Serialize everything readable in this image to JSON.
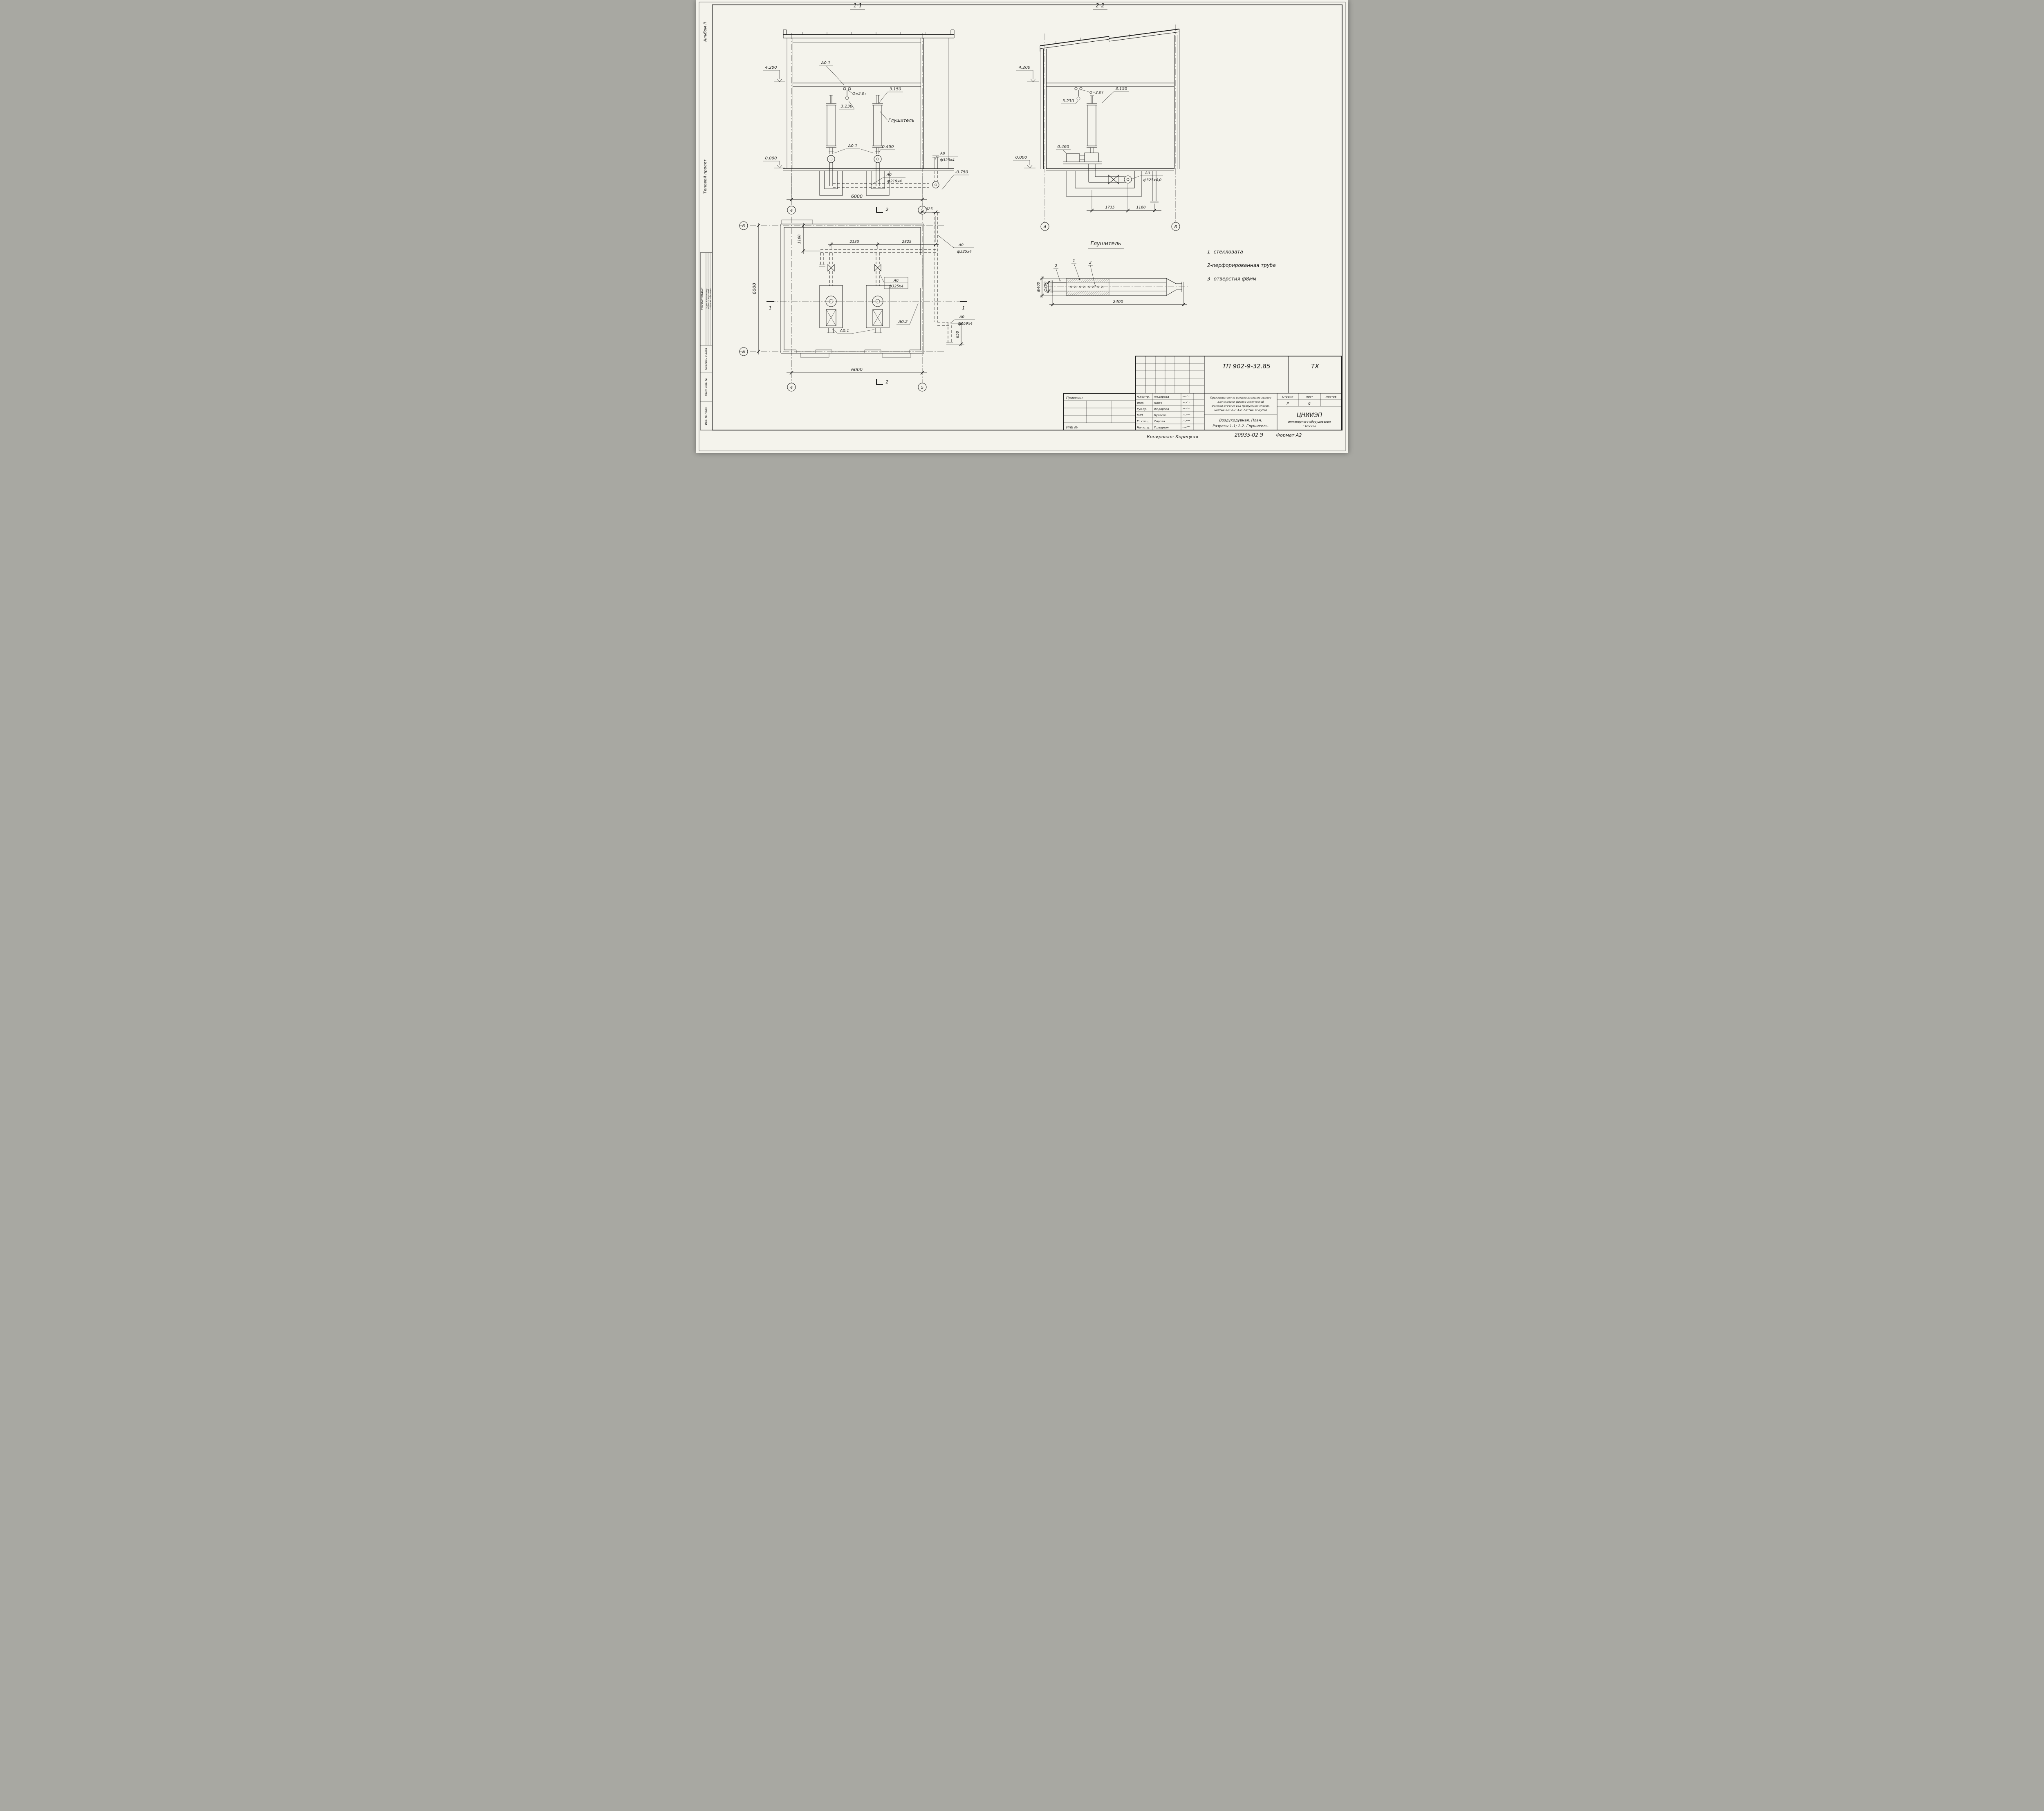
{
  "margin": {
    "album": "Альбом II",
    "project": "Типовой проект",
    "approved": "СОГЛАСОВАНО",
    "approval_rows": [
      "Отдел АСП  Лавочкер",
      "Отдел СТ  Нарышева",
      "Отдел ЭЛ  Шерстнева"
    ],
    "strip_sign": "Подпись и дата",
    "strip_vzam": "Взам. инв. №",
    "strip_inv": "Инв. № подл."
  },
  "s11": {
    "title": "1-1",
    "elev_crane": "4.200",
    "elev_hook": "3.230",
    "elev_top": "3.150",
    "mark_hoist": "А0.1",
    "hoist_cap": "Q=2,0т",
    "muffler": "Глушитель",
    "mark_pipes": "А0.1",
    "elev_flange": "0.450",
    "elev_zero": "0.000",
    "elev_pit": "-0.750",
    "pipe_right_1": "А0",
    "pipe_right_2": "ф325х4",
    "pipe_chan_1": "А0",
    "pipe_chan_2": "ф219х4",
    "dim_span": "6000",
    "dim_offset": "625",
    "axis_l": "4",
    "axis_r": "5",
    "cut": "2"
  },
  "s22": {
    "title": "2-2",
    "elev_crane": "4.200",
    "elev_hook": "3.230",
    "elev_top": "3.150",
    "hoist_cap": "Q=2,0т",
    "elev_pump": "0.460",
    "elev_zero": "0.000",
    "pipe_1": "А0",
    "pipe_2": "ф325х4,0",
    "dim_1": "1735",
    "dim_2": "1160",
    "axis_l": "А",
    "axis_r": "Б"
  },
  "plan": {
    "dim_units": "2130",
    "dim_to_wall": "2825",
    "dim_header": "1160",
    "dim_width": "6000",
    "dim_bottom": "6000",
    "dim_drop": "850",
    "pipe_right_1": "А0",
    "pipe_right_2": "ф325х4",
    "pipe_box_1": "А0",
    "pipe_box_2": "ф325х4",
    "pipe_out_1": "А0",
    "pipe_out_2": "ф159х4",
    "mark_units": "А0.1",
    "mark_duct": "А0.2",
    "axis_a": "А",
    "axis_b": "Б",
    "axis_4": "4",
    "axis_5": "5",
    "cut1": "1",
    "cut2": "2"
  },
  "detail": {
    "title": "Глушитель",
    "c1": "1",
    "c2": "2",
    "c3": "3",
    "dia_shell": "ф400",
    "dia_pipe": "ф200",
    "length": "2400"
  },
  "legend": {
    "item1": "1- стекловата",
    "item2": "2-перфорированная труба",
    "item3": "3- отверстия ф8мм"
  },
  "tb": {
    "doc": "ТП 902-9-32.85",
    "mark": "ТХ",
    "binding": "Привязан",
    "inv": "ИНВ №",
    "rows": [
      {
        "role": "Н.контр.",
        "name": "Федорова"
      },
      {
        "role": "Инж.",
        "name": "Каюч"
      },
      {
        "role": "Рук.гр.",
        "name": "Федорова"
      },
      {
        "role": "ГИП",
        "name": "Булаева"
      },
      {
        "role": "Гл.спец.",
        "name": "Сирота"
      },
      {
        "role": "Нач.отд.",
        "name": "Гольдман"
      }
    ],
    "desc1": "Производственно-вспомогательное здание",
    "desc2": "для станции физико-химической",
    "desc3": "очистки сточных вод пропускной способ-",
    "desc4": "ностью 1,4; 2,7; 4,2; 7,0 тыс. м³/сутки",
    "name1": "Воздуходувная. План.",
    "name2": "Разрезы 1-1; 2-2. Глушитель.",
    "stage_h": "Стадия",
    "sheet_h": "Лист",
    "sheets_h": "Листов",
    "stage": "Р",
    "sheet": "6",
    "org1": "ЦНИИЭП",
    "org2": "инженерного оборудования",
    "org3": "г.Москва"
  },
  "footer": {
    "copied": "Копировал: Корецкая",
    "code": "20935-02 Э",
    "format": "Формат А2"
  }
}
